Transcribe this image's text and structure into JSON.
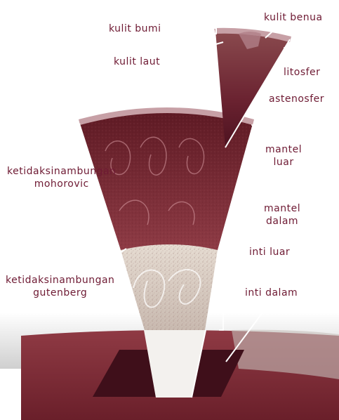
{
  "labels": {
    "kulit_bumi": "kulit bumi",
    "kulit_benua": "kulit benua",
    "kulit_laut": "kulit laut",
    "litosfer": "litosfer",
    "astenosfer": "astenosfer",
    "mantel_luar": [
      "mantel",
      "luar"
    ],
    "mantel_dalam": [
      "mantel",
      "dalam"
    ],
    "moho": [
      "ketidaksinambungan",
      "mohorovic"
    ],
    "inti_luar": "inti luar",
    "inti_dalam": "inti dalam",
    "gutenberg": [
      "ketidaksinambungan",
      "gutenberg"
    ]
  },
  "colors": {
    "label_text": "#6e1a33",
    "mantle": "#7a2a35",
    "mantle_dark": "#5a1620",
    "outer_core": "#d8ccc0",
    "inner_core": "#f4f1ee",
    "crust": "#c9a0a8",
    "surface": "#7e2a36",
    "sky": "#d9d9d9"
  }
}
